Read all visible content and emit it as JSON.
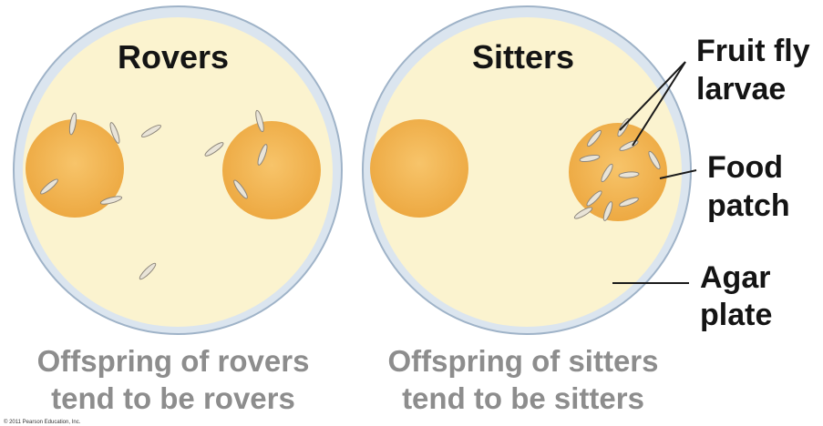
{
  "plates": [
    {
      "title": "Rovers",
      "caption_line1": "Offspring of rovers",
      "caption_line2": "tend to be rovers"
    },
    {
      "title": "Sitters",
      "caption_line1": "Offspring of sitters",
      "caption_line2": "tend to be sitters"
    }
  ],
  "labels": {
    "larvae_line1": "Fruit fly",
    "larvae_line2": "larvae",
    "food_line1": "Food",
    "food_line2": "patch",
    "agar_line1": "Agar",
    "agar_line2": "plate"
  },
  "copyright": "© 2011 Pearson Education, Inc.",
  "colors": {
    "agar": "#fbf3cf",
    "food_patch": "#f2b455",
    "plate_rim": "#c2d2e2",
    "caption": "#8d8d8d"
  }
}
